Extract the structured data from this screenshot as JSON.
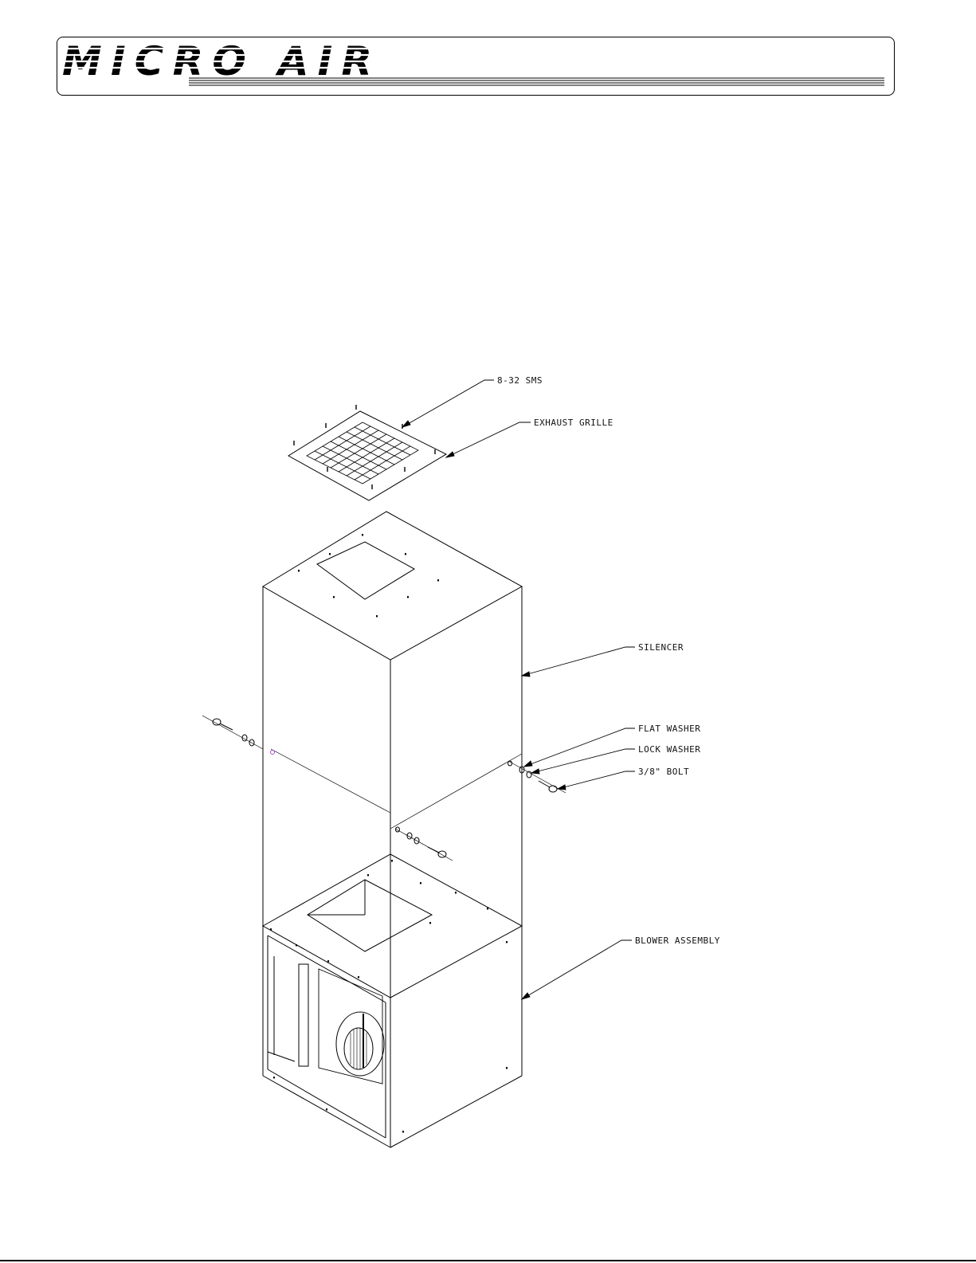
{
  "brand": {
    "logo_text": "MICRO AIR"
  },
  "callouts": {
    "sms": "8-32 SMS",
    "exhaust_grille": "EXHAUST GRILLE",
    "silencer": "SILENCER",
    "flat_washer": "FLAT WASHER",
    "lock_washer": "LOCK WASHER",
    "bolt": "3/8\" BOLT",
    "blower_assembly": "BLOWER ASSEMBLY"
  },
  "colors": {
    "line": "#000000",
    "highlight": "#a050c8"
  }
}
